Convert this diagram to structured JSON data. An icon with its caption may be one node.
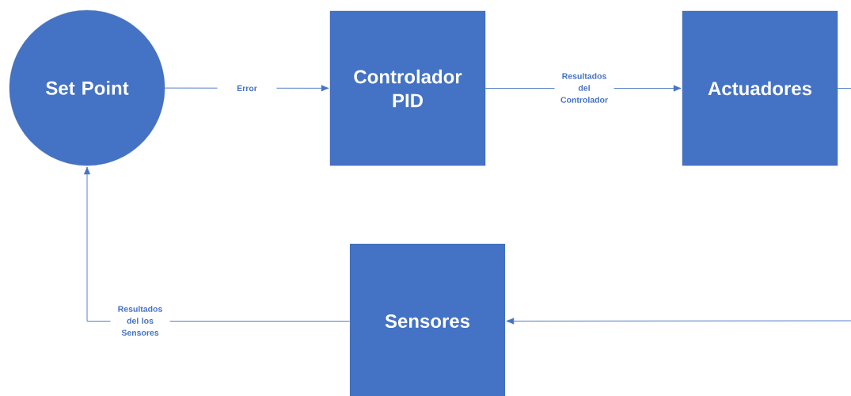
{
  "diagram": {
    "nodes": [
      {
        "text": [
          "Set Point"
        ]
      },
      {
        "text": [
          "Controlador PID"
        ]
      },
      {
        "text": [
          "Actuadores"
        ]
      },
      {
        "text": [
          "Sensores"
        ]
      }
    ],
    "edges": [
      {
        "from": 0,
        "to": 1,
        "arrow": "to",
        "label": "Error"
      },
      {
        "from": 1,
        "to": 2,
        "arrow": "to",
        "label": "Resultados del Controlador"
      },
      {
        "from": 2,
        "to": null,
        "arrow": "none"
      },
      {
        "from": null,
        "to": 3,
        "arrow": "to"
      },
      {
        "from": 3,
        "to": 0,
        "arrow": "to",
        "label": "Resultados del los Sensores"
      }
    ]
  }
}
